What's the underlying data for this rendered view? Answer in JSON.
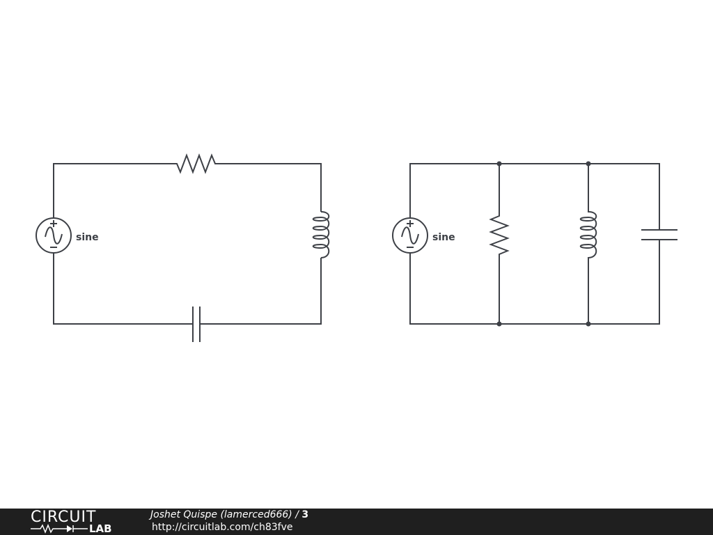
{
  "circuits": {
    "series": {
      "source_label": "sine"
    },
    "parallel": {
      "source_label": "sine"
    }
  },
  "footer": {
    "logo_top": "CIRCUIT",
    "logo_bottom": "LAB",
    "author": "Joshet Quispe (lamerced666)",
    "separator": " / ",
    "circuit_number": "3",
    "url": "http://circuitlab.com/ch83fve"
  },
  "colors": {
    "wire": "#3d4046",
    "background": "#ffffff",
    "footer_bg": "#1f1f1f",
    "footer_text": "#ffffff"
  }
}
